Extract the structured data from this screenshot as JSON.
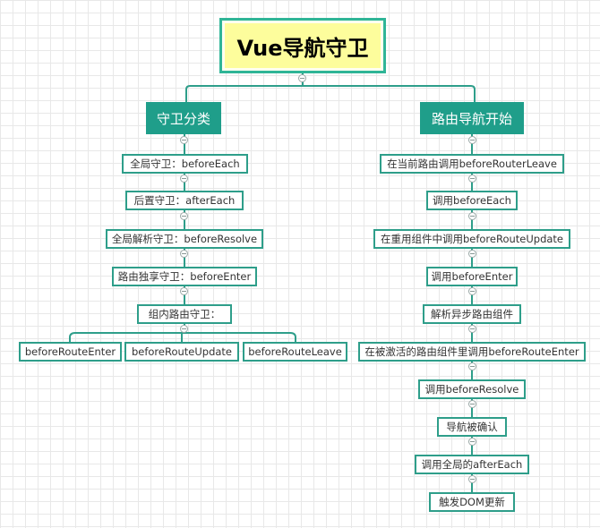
{
  "diagram": {
    "title": "Vue导航守卫",
    "left_branch": {
      "title": "守卫分类",
      "items": [
        "全局守卫：beforeEach",
        "后置守卫：afterEach",
        "全局解析守卫：beforeResolve",
        "路由独享守卫：beforeEnter",
        "组内路由守卫："
      ],
      "component_guards": [
        "beforeRouteEnter",
        "beforeRouteUpdate",
        "beforeRouteLeave"
      ]
    },
    "right_branch": {
      "title": "路由导航开始",
      "steps": [
        "在当前路由调用beforeRouterLeave",
        "调用beforeEach",
        "在重用组件中调用beforeRouteUpdate",
        "调用beforeEnter",
        "解析异步路由组件",
        "在被激活的路由组件里调用beforeRouteEnter",
        "调用beforeResolve",
        "导航被确认",
        "调用全局的afterEach",
        "触发DOM更新"
      ]
    }
  },
  "colors": {
    "connector": "#2e9e8a",
    "section_fill": "#1f9e8a",
    "root_fill": "#fdfd9c",
    "node_border": "#2e9e8a"
  }
}
